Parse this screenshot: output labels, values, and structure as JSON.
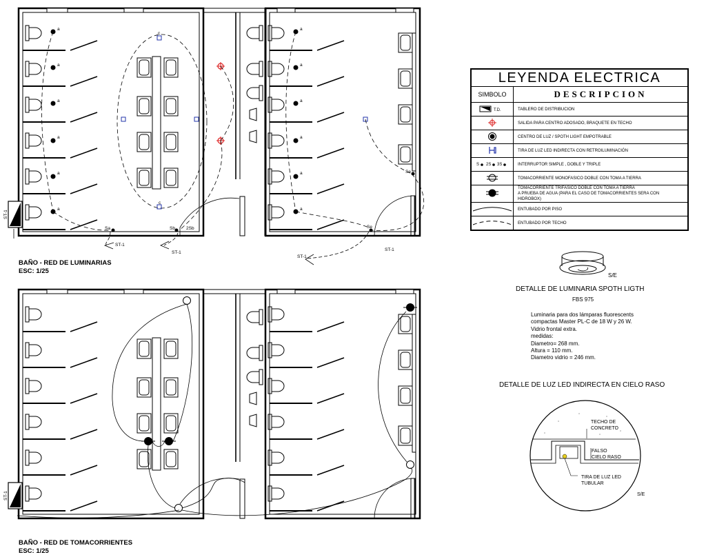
{
  "plans": {
    "lighting": {
      "title": "BAÑO - RED DE LUMINARIAS",
      "scale": "ESC: 1/25"
    },
    "outlets": {
      "title": "BAÑO - RED DE TOMACORRIENTES",
      "scale": "ESC: 1/25"
    }
  },
  "tags": {
    "st1": "ST-1",
    "sa": "Sa",
    "sb": "Sb",
    "s2b": "2Sb",
    "se": "Se",
    "a": "a",
    "c": "c"
  },
  "legend": {
    "title": "LEYENDA ELECTRICA",
    "col_symbol": "SIMBOLO",
    "col_desc": "DESCRIPCION",
    "td_label": "T.D.",
    "switch_labels": [
      "S",
      "2S",
      "3S"
    ],
    "rows": [
      {
        "icon": "panel-board-icon",
        "desc": "TABLERO DE DISTRIBUCION"
      },
      {
        "icon": "ceiling-outlet-icon",
        "desc": "SALIDA PARA CENTRO ADOSADO, BRAQUETE EN TECHO"
      },
      {
        "icon": "spotlight-icon",
        "desc": "CENTRO DE LUZ / SPOTH LIGHT EMPOTRABLE"
      },
      {
        "icon": "led-strip-icon",
        "desc": "TIRA DE LUZ LED INDIRECTA CON RETROILUMINACIÓN"
      },
      {
        "icon": "switch-icon",
        "desc": "INTERRUPTOR SIMPLE , DOBLE Y TRIPLE"
      },
      {
        "icon": "outlet-single-phase-icon",
        "desc": "TOMACORRIENTE MONOFASICO DOBLE CON TOMA A TIERRA"
      },
      {
        "icon": "outlet-three-phase-icon",
        "desc": "TOMACORRIENTE TRIFASICO DOBLE CON TOMA A TIERRA",
        "desc2": "A PRUEBA DE AGUA (PARA EL CASO DE TOMACORRIENTES SERA CON HIDROBOX)"
      },
      {
        "icon": "floor-conduit-icon",
        "desc": "ENTUBADO POR PISO"
      },
      {
        "icon": "ceiling-conduit-icon",
        "desc": "ENTUBADO POR TECHO"
      }
    ]
  },
  "spot_detail": {
    "tag": "S/E",
    "title": "DETALLE DE LUMINARIA SPOTH LIGTH",
    "model": "FBS 975",
    "spec_lines": [
      "Luminaria para dos lámparas fluorescents",
      "compactas Master PL-C de 18 W y 26 W.",
      "Vidrio frontal extra.",
      "medidas:",
      "Diametro= 268 mm.",
      "Altura = 110 mm.",
      "Diametro vidrio = 246 mm."
    ]
  },
  "led_detail": {
    "title": "DETALLE DE LUZ LED INDIRECTA EN CIELO RASO",
    "slab_label": [
      "TECHO DE",
      "CONCRETO"
    ],
    "false_ceiling_label": [
      "FALSO",
      "CIELO RASO"
    ],
    "strip_label": [
      "TIRA DE LUZ LED",
      "TUBULAR"
    ],
    "tag": "S/E"
  }
}
